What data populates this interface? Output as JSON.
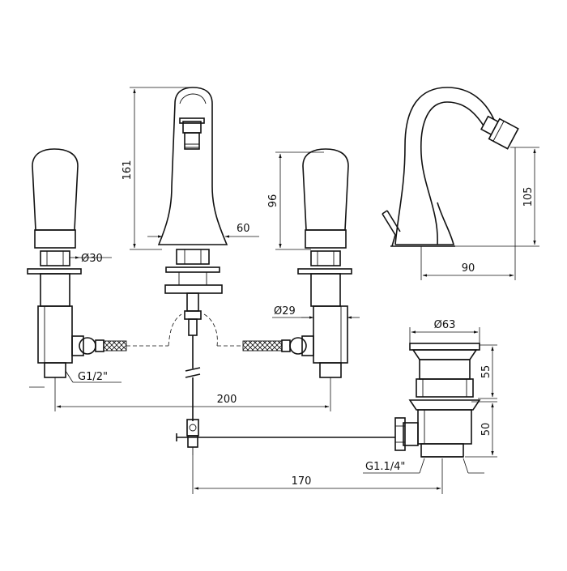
{
  "dimensions": {
    "spout_height": "161",
    "spout_diameter": "60",
    "handle_height": "96",
    "handle_diameter": "Ø30",
    "handle_diameter_right": "Ø29",
    "inlet_thread": "G1/2\"",
    "handle_spacing": "200",
    "bidet_height": "105",
    "bidet_reach": "90",
    "waste_diameter": "Ø63",
    "waste_upper_height": "55",
    "waste_lower_height": "50",
    "waste_thread": "G1.1/4\"",
    "rod_length": "170"
  },
  "colors": {
    "line": "#111111",
    "background": "#ffffff"
  }
}
